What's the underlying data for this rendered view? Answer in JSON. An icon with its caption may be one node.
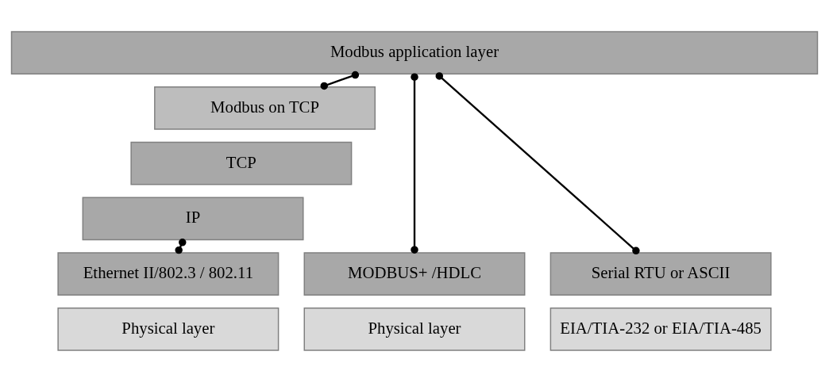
{
  "diagram": {
    "nodes": [
      {
        "text": [
          "Modbus application layer"
        ]
      },
      {
        "text": [
          "Modbus on TCP"
        ]
      },
      {
        "text": [
          "TCP"
        ]
      },
      {
        "text": [
          "IP"
        ]
      },
      {
        "text": [
          "MODBUS+ /HDLC"
        ]
      },
      {
        "text": [
          "Physical layer"
        ]
      },
      {
        "text": [
          "Serial RTU or ASCII"
        ]
      },
      {
        "text": [
          "EIA/TIA-232 or EIA/TIA-485"
        ]
      },
      {
        "text": [
          "Ethernet II/802.3 / 802.11"
        ]
      },
      {
        "text": [
          "Physical layer"
        ]
      }
    ],
    "edges": [
      {
        "from": 0,
        "to": 4,
        "arrow": "other"
      },
      {
        "from": 0,
        "to": 6,
        "arrow": "other"
      },
      {
        "from": 0,
        "to": 1,
        "arrow": "other"
      },
      {
        "from": 3,
        "to": 8,
        "arrow": "other"
      }
    ]
  }
}
